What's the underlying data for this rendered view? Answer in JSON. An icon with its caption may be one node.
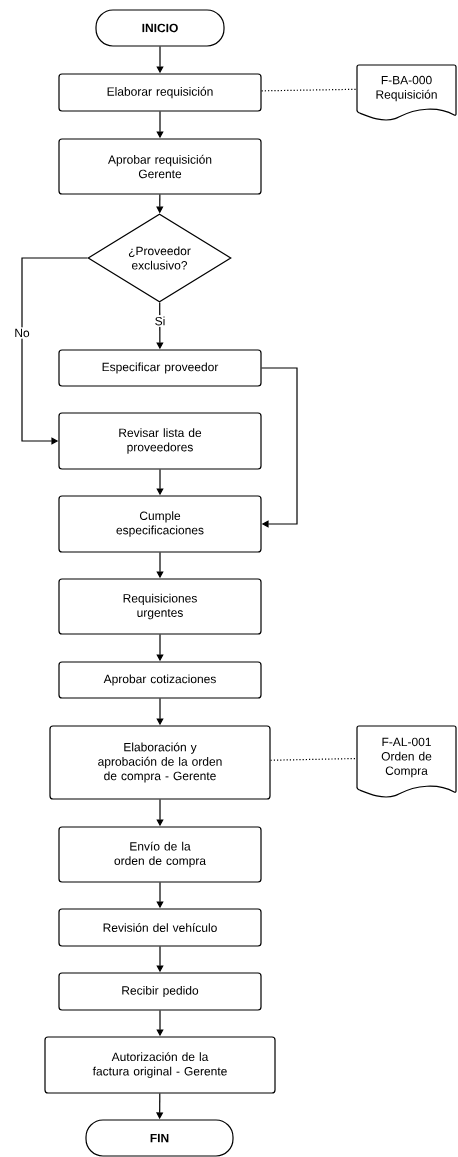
{
  "diagram": {
    "nodes": [
      {
        "text": [
          "INICIO"
        ]
      },
      {
        "text": [
          "Elaborar requisición"
        ]
      },
      {
        "text": [
          "F-BA-000 Requisición"
        ]
      },
      {
        "text": [
          "Aprobar requisición Gerente"
        ]
      },
      {
        "text": [
          "¿Proveedor exclusivo?"
        ]
      },
      {
        "text": [
          "Especificar proveedor"
        ]
      },
      {
        "text": [
          "Revisar lista de proveedores"
        ]
      },
      {
        "text": [
          "Cumple especificaciones"
        ]
      },
      {
        "text": [
          "Requisiciones urgentes"
        ]
      },
      {
        "text": [
          "Aprobar cotizaciones"
        ]
      },
      {
        "text": [
          "Elaboración y aprobación de la orden de compra - Gerente"
        ]
      },
      {
        "text": [
          "F-AL-001 Orden de Compra"
        ]
      },
      {
        "text": [
          "Envío de la orden de compra"
        ]
      },
      {
        "text": [
          "Revisión del vehículo"
        ]
      },
      {
        "text": [
          "Recibir pedido"
        ]
      },
      {
        "text": [
          "Autorización de la factura original - Gerente"
        ]
      },
      {
        "text": [
          "FIN"
        ]
      }
    ],
    "edges": [
      {
        "from": 0,
        "to": 1,
        "arrow": "to"
      },
      {
        "from": 1,
        "to": 2,
        "arrow": "none",
        "style": "dashed"
      },
      {
        "from": 1,
        "to": 3,
        "arrow": "to"
      },
      {
        "from": 3,
        "to": 4,
        "arrow": "to"
      },
      {
        "from": 4,
        "to": 5,
        "arrow": "to",
        "label": "Si"
      },
      {
        "from": 4,
        "to": 6,
        "arrow": "to",
        "label": "No"
      },
      {
        "from": 5,
        "to": 7,
        "arrow": "to"
      },
      {
        "from": 6,
        "to": 7,
        "arrow": "to"
      },
      {
        "from": 7,
        "to": 8,
        "arrow": "to"
      },
      {
        "from": 8,
        "to": 9,
        "arrow": "to"
      },
      {
        "from": 9,
        "to": 10,
        "arrow": "to"
      },
      {
        "from": 10,
        "to": 11,
        "arrow": "none",
        "style": "dashed"
      },
      {
        "from": 10,
        "to": 12,
        "arrow": "to"
      },
      {
        "from": 12,
        "to": 13,
        "arrow": "to"
      },
      {
        "from": 13,
        "to": 14,
        "arrow": "to"
      },
      {
        "from": 14,
        "to": 15,
        "arrow": "to"
      },
      {
        "from": 15,
        "to": 16,
        "arrow": "to"
      }
    ]
  }
}
